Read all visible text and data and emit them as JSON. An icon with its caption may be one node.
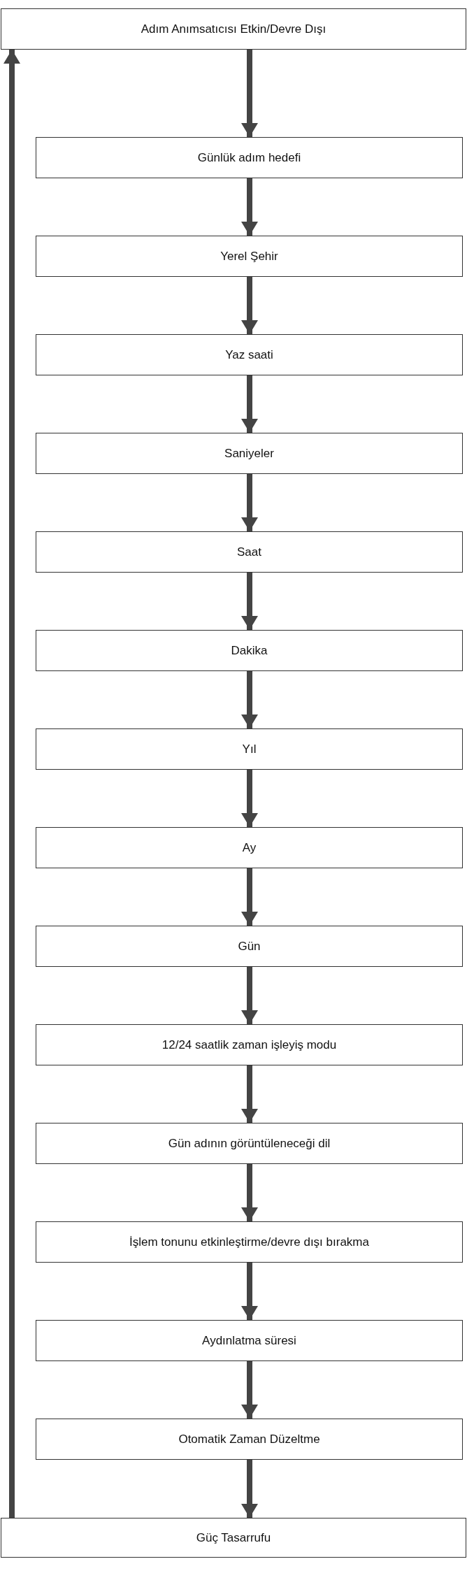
{
  "diagram": {
    "nodes": [
      {
        "text": [
          "Adım Anımsatıcısı Etkin/Devre Dışı"
        ]
      },
      {
        "text": [
          "Günlük adım hedefi"
        ]
      },
      {
        "text": [
          "Yerel Şehir"
        ]
      },
      {
        "text": [
          "Yaz saati"
        ]
      },
      {
        "text": [
          "Saniyeler"
        ]
      },
      {
        "text": [
          "Saat"
        ]
      },
      {
        "text": [
          "Dakika"
        ]
      },
      {
        "text": [
          "Yıl"
        ]
      },
      {
        "text": [
          "Ay"
        ]
      },
      {
        "text": [
          "Gün"
        ]
      },
      {
        "text": [
          "12/24 saatlik zaman işleyiş modu"
        ]
      },
      {
        "text": [
          "Gün adının görüntüleneceği dil"
        ]
      },
      {
        "text": [
          "İşlem tonunu etkinleştirme/devre dışı bırakma"
        ]
      },
      {
        "text": [
          "Aydınlatma süresi"
        ]
      },
      {
        "text": [
          "Otomatik Zaman Düzeltme"
        ]
      },
      {
        "text": [
          "Güç Tasarrufu"
        ]
      }
    ],
    "edges": [
      {
        "from": 0,
        "to": 1,
        "arrow": "to"
      },
      {
        "from": 1,
        "to": 2,
        "arrow": "to"
      },
      {
        "from": 2,
        "to": 3,
        "arrow": "to"
      },
      {
        "from": 3,
        "to": 4,
        "arrow": "to"
      },
      {
        "from": 4,
        "to": 5,
        "arrow": "to"
      },
      {
        "from": 5,
        "to": 6,
        "arrow": "to"
      },
      {
        "from": 6,
        "to": 7,
        "arrow": "to"
      },
      {
        "from": 7,
        "to": 8,
        "arrow": "to"
      },
      {
        "from": 8,
        "to": 9,
        "arrow": "to"
      },
      {
        "from": 9,
        "to": 10,
        "arrow": "to"
      },
      {
        "from": 10,
        "to": 11,
        "arrow": "to"
      },
      {
        "from": 11,
        "to": 12,
        "arrow": "to"
      },
      {
        "from": 12,
        "to": 13,
        "arrow": "to"
      },
      {
        "from": 13,
        "to": 14,
        "arrow": "to"
      },
      {
        "from": 14,
        "to": 15,
        "arrow": "to"
      },
      {
        "from": 15,
        "to": 0,
        "arrow": "to"
      }
    ]
  }
}
